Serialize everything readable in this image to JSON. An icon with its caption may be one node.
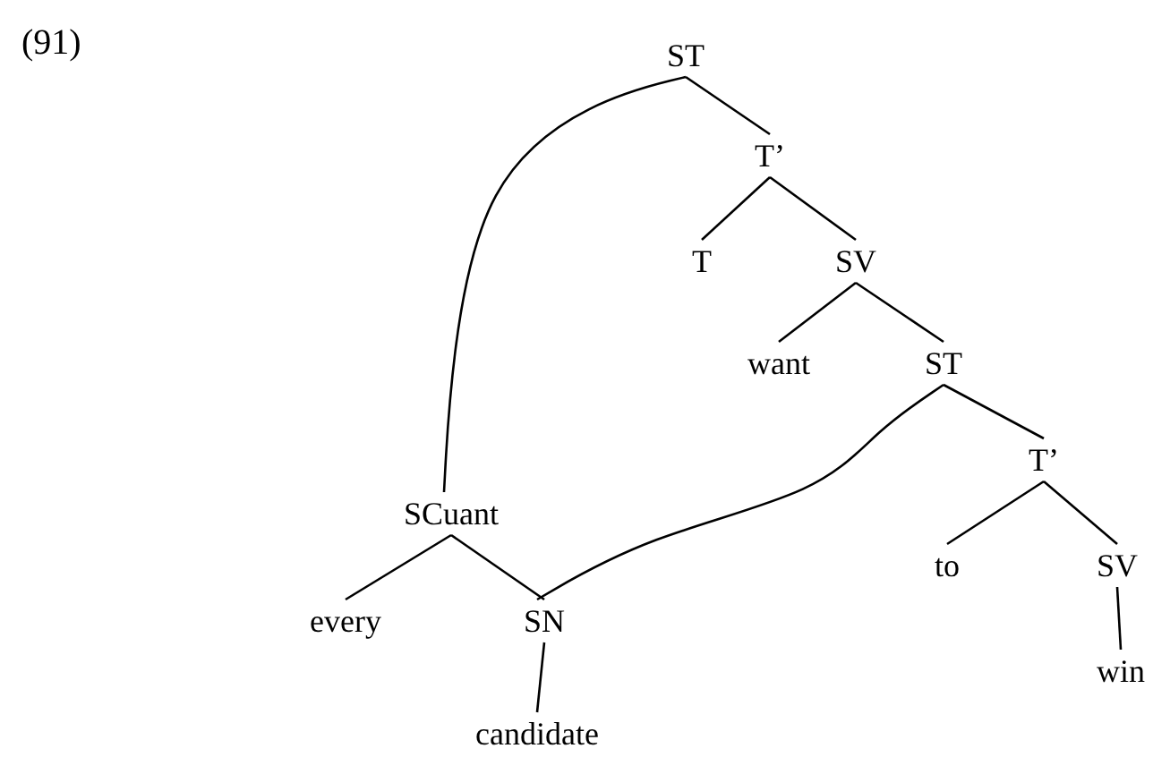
{
  "diagram": {
    "nodes": [
      {
        "text": [
          "ST"
        ]
      },
      {
        "text": [
          "T’"
        ]
      },
      {
        "text": [
          "T"
        ]
      },
      {
        "text": [
          "SV"
        ]
      },
      {
        "text": [
          "want"
        ]
      },
      {
        "text": [
          "ST"
        ]
      },
      {
        "text": [
          "T’"
        ]
      },
      {
        "text": [
          "to"
        ]
      },
      {
        "text": [
          "SV"
        ]
      },
      {
        "text": [
          "win"
        ]
      },
      {
        "text": [
          "SCuant"
        ]
      },
      {
        "text": [
          "every"
        ]
      },
      {
        "text": [
          "SN"
        ]
      },
      {
        "text": [
          "candidate"
        ]
      }
    ],
    "edges": [
      {
        "from": 0,
        "to": 1,
        "arrow": "none"
      },
      {
        "from": 1,
        "to": 2,
        "arrow": "none"
      },
      {
        "from": 1,
        "to": 3,
        "arrow": "none"
      },
      {
        "from": 3,
        "to": 4,
        "arrow": "none"
      },
      {
        "from": 3,
        "to": 5,
        "arrow": "none"
      },
      {
        "from": 5,
        "to": 6,
        "arrow": "none"
      },
      {
        "from": 6,
        "to": 7,
        "arrow": "none"
      },
      {
        "from": 6,
        "to": 8,
        "arrow": "none"
      },
      {
        "from": 8,
        "to": 9,
        "arrow": "none"
      },
      {
        "from": 10,
        "to": 11,
        "arrow": "none"
      },
      {
        "from": 10,
        "to": 12,
        "arrow": "none"
      },
      {
        "from": 12,
        "to": 13,
        "arrow": "none"
      },
      {
        "from": 0,
        "to": 10,
        "arrow": "none"
      },
      {
        "from": 5,
        "to": 12,
        "arrow": "none"
      }
    ],
    "labels": [
      "(91)"
    ]
  }
}
